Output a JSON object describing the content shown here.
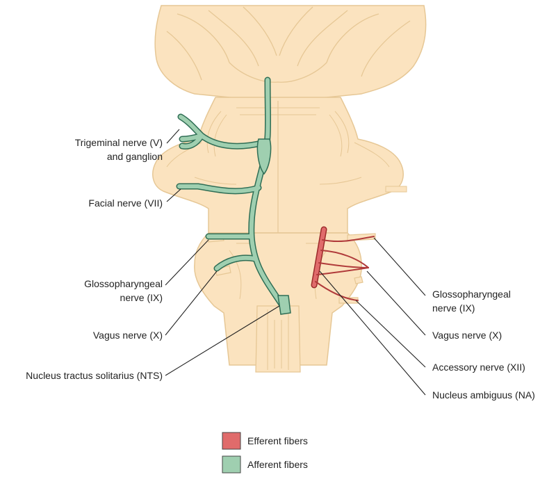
{
  "colors": {
    "tissue_fill": "#fbe3bf",
    "tissue_stroke": "#e6c795",
    "efferent": "#e06b6b",
    "efferent_stroke": "#9b2a2a",
    "afferent": "#9fcfb0",
    "afferent_stroke": "#2f6e55",
    "leader": "#222222"
  },
  "left_labels": {
    "trigeminal_line1": "Trigeminal nerve (V)",
    "trigeminal_line2": "and ganglion",
    "facial": "Facial nerve (VII)",
    "glosso_line1": "Glossopharyngeal",
    "glosso_line2": "nerve (IX)",
    "vagus": "Vagus nerve (X)",
    "nts": "Nucleus tractus solitarius (NTS)"
  },
  "right_labels": {
    "glosso_line1": "Glossopharyngeal",
    "glosso_line2": "nerve (IX)",
    "vagus": "Vagus nerve (X)",
    "accessory": "Accessory nerve (XII)",
    "ambiguus": "Nucleus ambiguus (NA)"
  },
  "legend": {
    "efferent": "Efferent fibers",
    "afferent": "Afferent fibers"
  }
}
